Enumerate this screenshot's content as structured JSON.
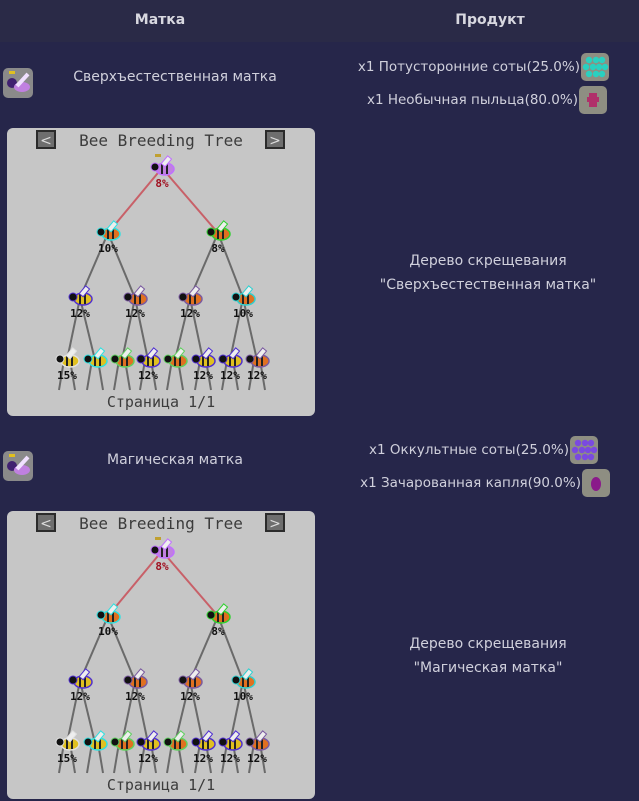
{
  "header": {
    "queen": "Матка",
    "product": "Продукт"
  },
  "rows": [
    {
      "queen": "Сверхъестественная матка",
      "products": [
        {
          "text": "x1 Потусторонние соты(25.0%)",
          "icon": "comb-icon",
          "color": "#2ad0c0"
        },
        {
          "text": "x1 Необычная пыльца(80.0%)",
          "icon": "pollen-icon",
          "color": "#b0306a"
        }
      ],
      "tree": {
        "title": "Bee Breeding Tree",
        "prev": "<",
        "next": ">",
        "page": "Страница 1/1",
        "desc_line1": "Дерево скрещевания",
        "desc_line2": "\"Сверхъестественная матка\"",
        "labels": [
          "8%",
          "10%",
          "8%",
          "12%",
          "12%",
          "12%",
          "10%",
          "15%",
          "",
          "",
          "12%",
          "",
          "12%",
          "12%",
          "12%"
        ]
      }
    },
    {
      "queen": "Магическая матка",
      "products": [
        {
          "text": "x1 Оккультные соты(25.0%)",
          "icon": "comb-icon",
          "color": "#7a4ae0"
        },
        {
          "text": "x1 Зачарованная капля(90.0%)",
          "icon": "drop-icon",
          "color": "#8a1a8a"
        }
      ],
      "tree": {
        "title": "Bee Breeding Tree",
        "prev": "<",
        "next": ">",
        "page": "Страница 1/1",
        "desc_line1": "Дерево скрещевания",
        "desc_line2": "\"Магическая матка\"",
        "labels": [
          "8%",
          "10%",
          "8%",
          "12%",
          "12%",
          "12%",
          "10%",
          "15%",
          "",
          "",
          "12%",
          "",
          "12%",
          "12%",
          "12%"
        ]
      }
    }
  ],
  "bee_colors": {
    "outline": [
      "#c070ff",
      "#30e0e0",
      "#30d030",
      "#5030d0",
      "#7a5aa0",
      "#7a5aa0",
      "#30d0d0",
      "#e0e0e0",
      "#30e0e0",
      "#60d060",
      "#5030d0",
      "#60d060",
      "#5030d0",
      "#5030d0",
      "#7a5aa0"
    ],
    "body": [
      "#c080e0",
      "#e07020",
      "#e07020",
      "#e0c020",
      "#e07020",
      "#e07020",
      "#e07020",
      "#e0c020",
      "#e0c020",
      "#e07020",
      "#e0c020",
      "#e07020",
      "#e0c020",
      "#e0c020",
      "#e07020"
    ]
  }
}
